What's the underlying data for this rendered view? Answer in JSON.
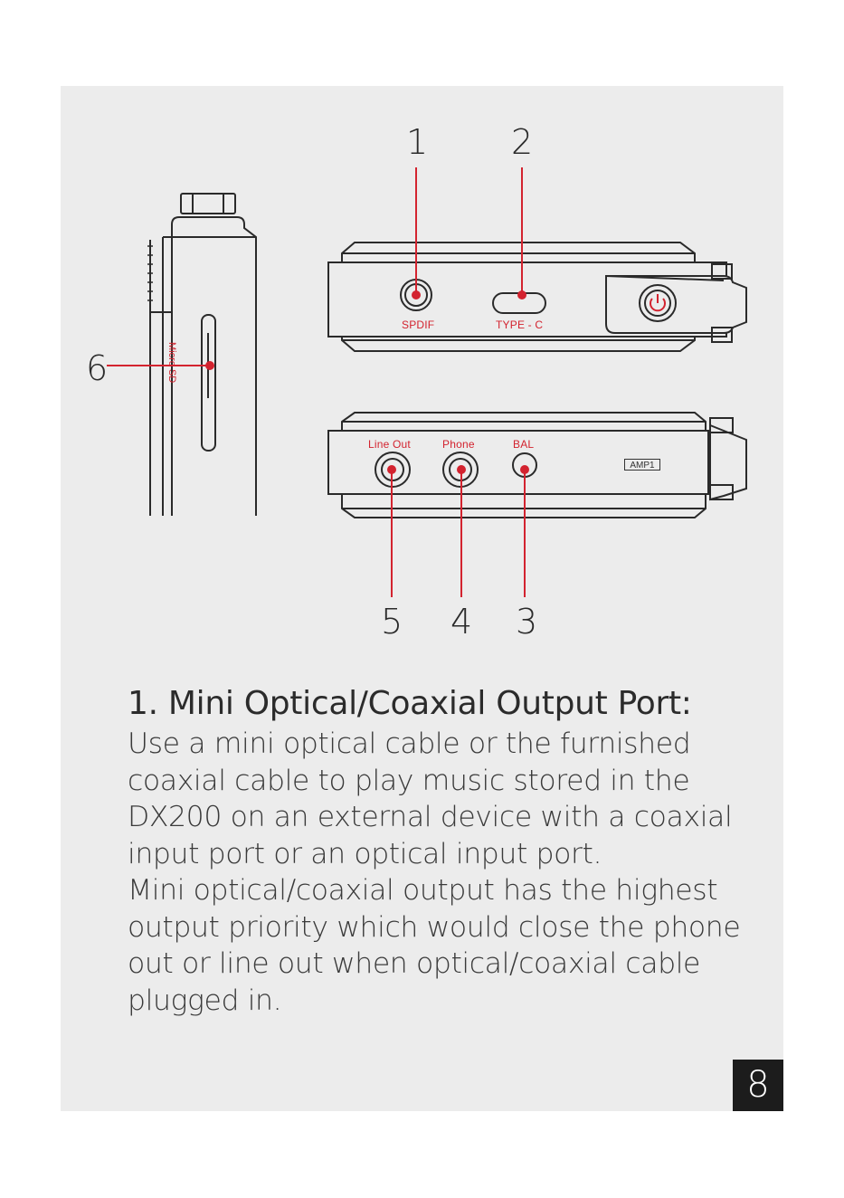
{
  "diagram": {
    "callouts": [
      "1",
      "2",
      "3",
      "4",
      "5",
      "6"
    ],
    "port_labels": {
      "spdif": "SPDIF",
      "type_c": "TYPE - C",
      "line_out": "Line Out",
      "phone": "Phone",
      "bal": "BAL",
      "micro_sd": "Micro SD",
      "amp": "AMP1"
    },
    "accent_color": "#d3232f",
    "icons": [
      "power-icon"
    ]
  },
  "content": {
    "heading": "1. Mini Optical/Coaxial Output Port:",
    "lines": [
      "Use a mini optical cable or the furnished",
      "coaxial cable to play music stored in the",
      "DX200 on an external device with a coaxial",
      "input port or an optical input port.",
      "Mini optical/coaxial output has the highest",
      "output priority which would close the phone",
      "out or line out when optical/coaxial cable",
      "plugged in."
    ]
  },
  "page_number": "8"
}
